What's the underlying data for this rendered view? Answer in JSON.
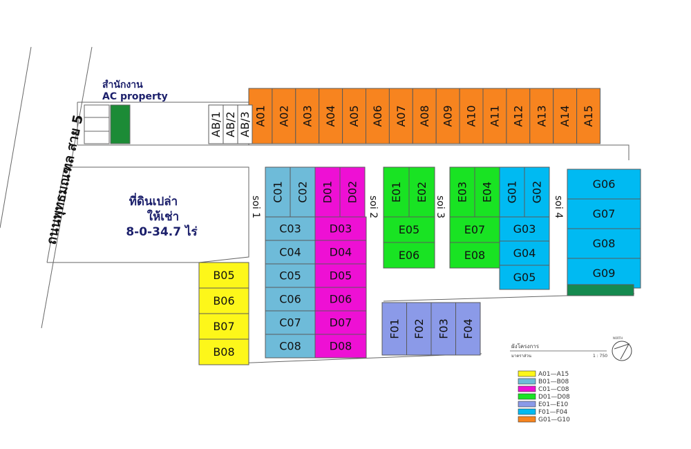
{
  "road_name": "ถนนพุทธมณฑล สาย 5",
  "office": {
    "line1": "สำนักงาน",
    "line2": "AC property"
  },
  "vacant_land": {
    "line1": "ที่ดินเปล่า",
    "line2": "ให้เช่า",
    "line3": "8-0-34.7 ไร่"
  },
  "sois": [
    "soi 1",
    "soi 2",
    "soi 3",
    "soi 4"
  ],
  "colors": {
    "A": "#f7841f",
    "B": "#fdf71a",
    "C": "#6ebbd9",
    "D": "#ee10d4",
    "E": "#19e323",
    "F": "#8b9ae8",
    "G": "#00baf2",
    "office": "#1c8b36",
    "dark_green": "#158a4f",
    "outline": "#5a5a5a"
  },
  "lots": {
    "A": [
      "A01",
      "A02",
      "A03",
      "A04",
      "A05",
      "A06",
      "A07",
      "A08",
      "A09",
      "A10",
      "A11",
      "A12",
      "A13",
      "A14",
      "A15"
    ],
    "AB": [
      "AB/1",
      "AB/2",
      "AB/3"
    ],
    "B": [
      "B05",
      "B06",
      "B07",
      "B08"
    ],
    "C_top": [
      "C01",
      "C02"
    ],
    "C": [
      "C03",
      "C04",
      "C05",
      "C06",
      "C07",
      "C08"
    ],
    "D_top": [
      "D01",
      "D02"
    ],
    "D": [
      "D03",
      "D04",
      "D05",
      "D06",
      "D07",
      "D08"
    ],
    "E_top_left": [
      "E01",
      "E02"
    ],
    "E_top_right": [
      "E03",
      "E04"
    ],
    "E_left": [
      "E05",
      "E06"
    ],
    "E_right": [
      "E07",
      "E08"
    ],
    "F": [
      "F01",
      "F02",
      "F03",
      "F04"
    ],
    "G_top": [
      "G01",
      "G02"
    ],
    "G_mid": [
      "G03",
      "G04",
      "G05"
    ],
    "G_right": [
      "G06",
      "G07",
      "G08",
      "G09"
    ]
  },
  "title_block": {
    "title": "ผังโครงการ",
    "subtitle": "มาตราส่วน",
    "scale": "1 : 750"
  },
  "legend": [
    {
      "label": "A01—A15",
      "color": "#fdf71a"
    },
    {
      "label": "B01—B08",
      "color": "#6ebbd9"
    },
    {
      "label": "C01—C08",
      "color": "#ee10d4"
    },
    {
      "label": "D01—D08",
      "color": "#19e323"
    },
    {
      "label": "E01—E10",
      "color": "#8b9ae8"
    },
    {
      "label": "F01—F04",
      "color": "#00baf2"
    },
    {
      "label": "G01—G10",
      "color": "#f7841f"
    }
  ]
}
